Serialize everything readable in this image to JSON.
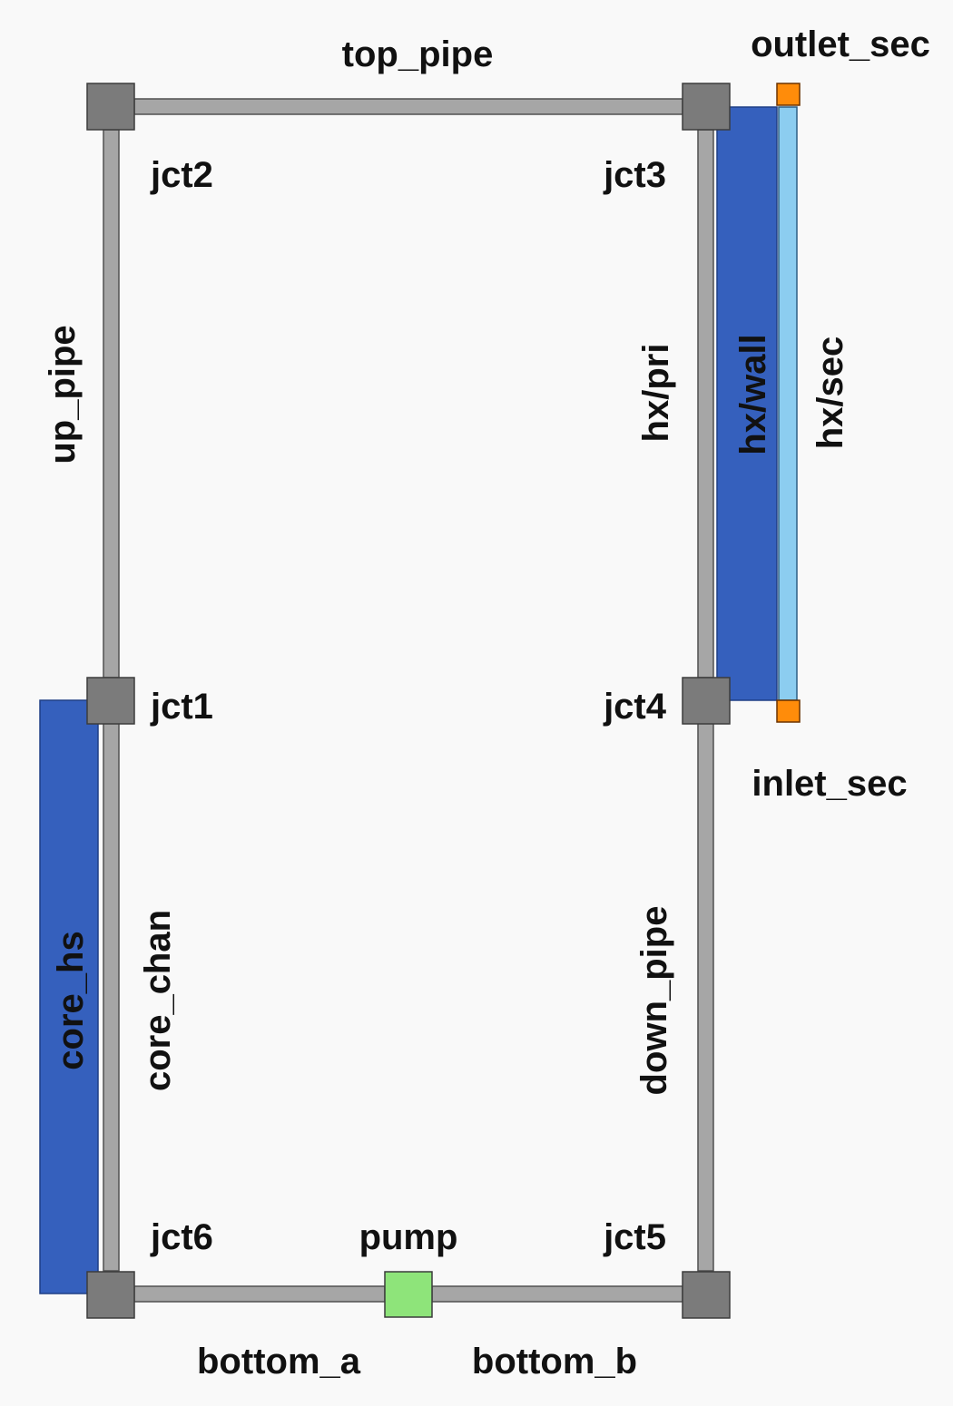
{
  "colors": {
    "heat_structure": "#3560bd",
    "secondary_flow": "#8ccdf0",
    "boundary": "#ff8c0a",
    "pump": "#8ee47a"
  },
  "labels": {
    "top_pipe": "top_pipe",
    "up_pipe": "up_pipe",
    "down_pipe": "down_pipe",
    "core_chan": "core_chan",
    "core_hs": "core_hs",
    "hx_pri": "hx/pri",
    "hx_wall": "hx/wall",
    "hx_sec": "hx/sec",
    "outlet_sec": "outlet_sec",
    "inlet_sec": "inlet_sec",
    "pump": "pump",
    "bottom_a": "bottom_a",
    "bottom_b": "bottom_b",
    "jct1": "jct1",
    "jct2": "jct2",
    "jct3": "jct3",
    "jct4": "jct4",
    "jct5": "jct5",
    "jct6": "jct6"
  }
}
